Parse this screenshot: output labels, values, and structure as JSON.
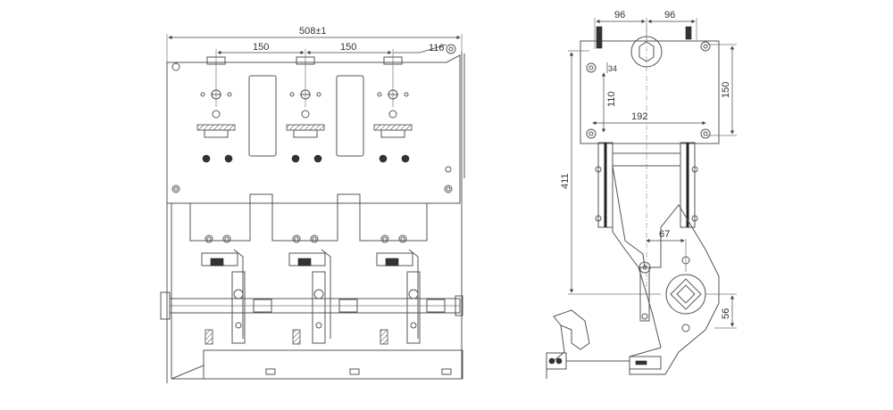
{
  "front_view": {
    "overall_width": "508±1",
    "pole_spacing_left": "150",
    "pole_spacing_right": "150",
    "edge_offset": "116"
  },
  "side_view": {
    "top_left": "96",
    "top_right": "96",
    "mount_small": "34",
    "mount_height": "110",
    "mount_width": "192",
    "right_height": "150",
    "total_height": "411",
    "shaft_offset": "67",
    "shaft_height": "56"
  }
}
